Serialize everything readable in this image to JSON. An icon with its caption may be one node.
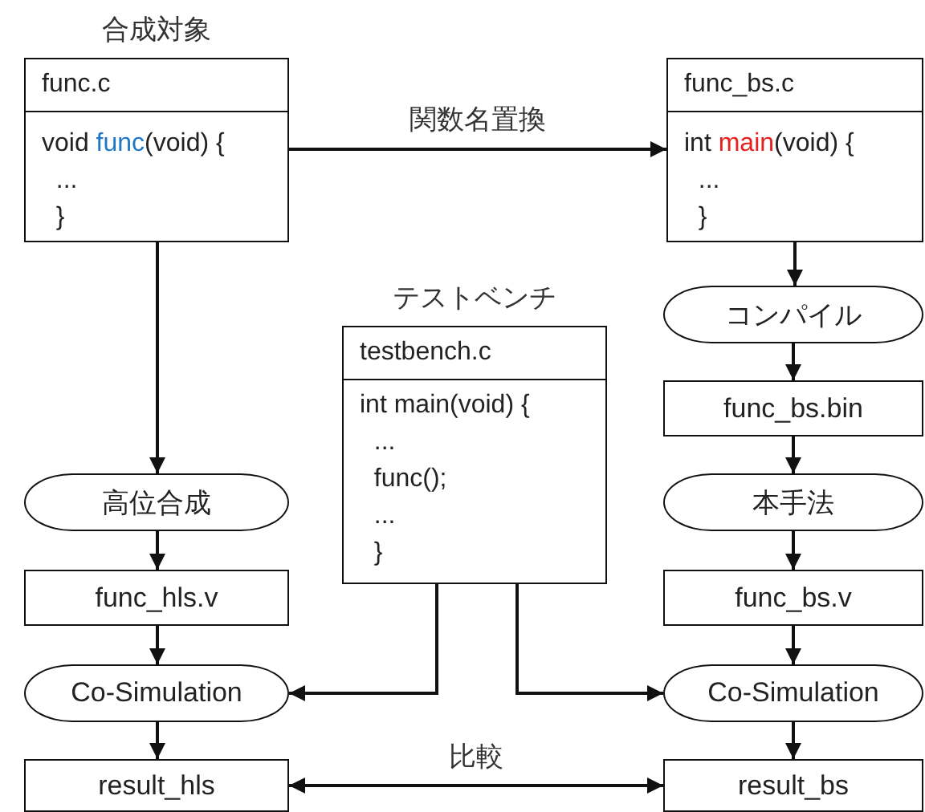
{
  "diagram": {
    "nodes": [
      {
        "text": [
          "合成対象",
          "func.c",
          "void func(void) {",
          "...",
          "}"
        ]
      },
      {
        "text": [
          "func_bs.c",
          "int main(void) {",
          "...",
          "}"
        ]
      },
      {
        "text": [
          "テストベンチ",
          "testbench.c",
          "int main(void) {",
          "...",
          "func();",
          "...",
          "}"
        ]
      },
      {
        "text": [
          "高位合成"
        ]
      },
      {
        "text": [
          "コンパイル"
        ]
      },
      {
        "text": [
          "func_bs.bin"
        ]
      },
      {
        "text": [
          "本手法"
        ]
      },
      {
        "text": [
          "func_hls.v"
        ]
      },
      {
        "text": [
          "func_bs.v"
        ]
      },
      {
        "text": [
          "Co-Simulation"
        ]
      },
      {
        "text": [
          "Co-Simulation"
        ]
      },
      {
        "text": [
          "result_hls"
        ]
      },
      {
        "text": [
          "result_bs"
        ]
      }
    ],
    "edges": [
      {
        "from": 0,
        "to": 1,
        "arrow": "to",
        "label": "関数名置換"
      },
      {
        "from": 0,
        "to": 3,
        "arrow": "to"
      },
      {
        "from": 1,
        "to": 4,
        "arrow": "to"
      },
      {
        "from": 4,
        "to": 5,
        "arrow": "to"
      },
      {
        "from": 5,
        "to": 6,
        "arrow": "to"
      },
      {
        "from": 3,
        "to": 7,
        "arrow": "to"
      },
      {
        "from": 6,
        "to": 8,
        "arrow": "to"
      },
      {
        "from": 2,
        "to": 9,
        "arrow": "to"
      },
      {
        "from": 2,
        "to": 10,
        "arrow": "to"
      },
      {
        "from": 7,
        "to": 9,
        "arrow": "to"
      },
      {
        "from": 8,
        "to": 10,
        "arrow": "to"
      },
      {
        "from": 9,
        "to": 11,
        "arrow": "to"
      },
      {
        "from": 10,
        "to": 12,
        "arrow": "to"
      },
      {
        "from": 11,
        "to": 12,
        "arrow": "both",
        "label": "比較"
      }
    ]
  }
}
